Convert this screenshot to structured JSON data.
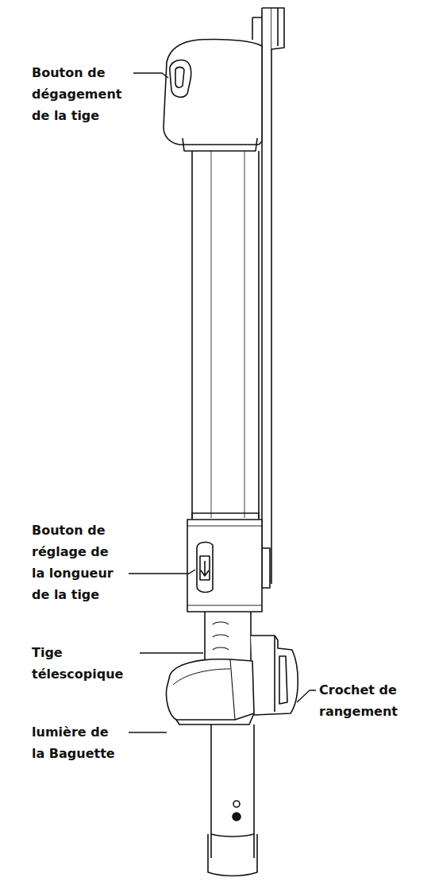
{
  "diagram": {
    "labels": [
      "Bouton de dégagement de la tige",
      "Bouton de réglage de la longueur de la tige",
      "Tige télescopique",
      "lumière de la Baguette",
      "Crochet de rangement"
    ]
  }
}
